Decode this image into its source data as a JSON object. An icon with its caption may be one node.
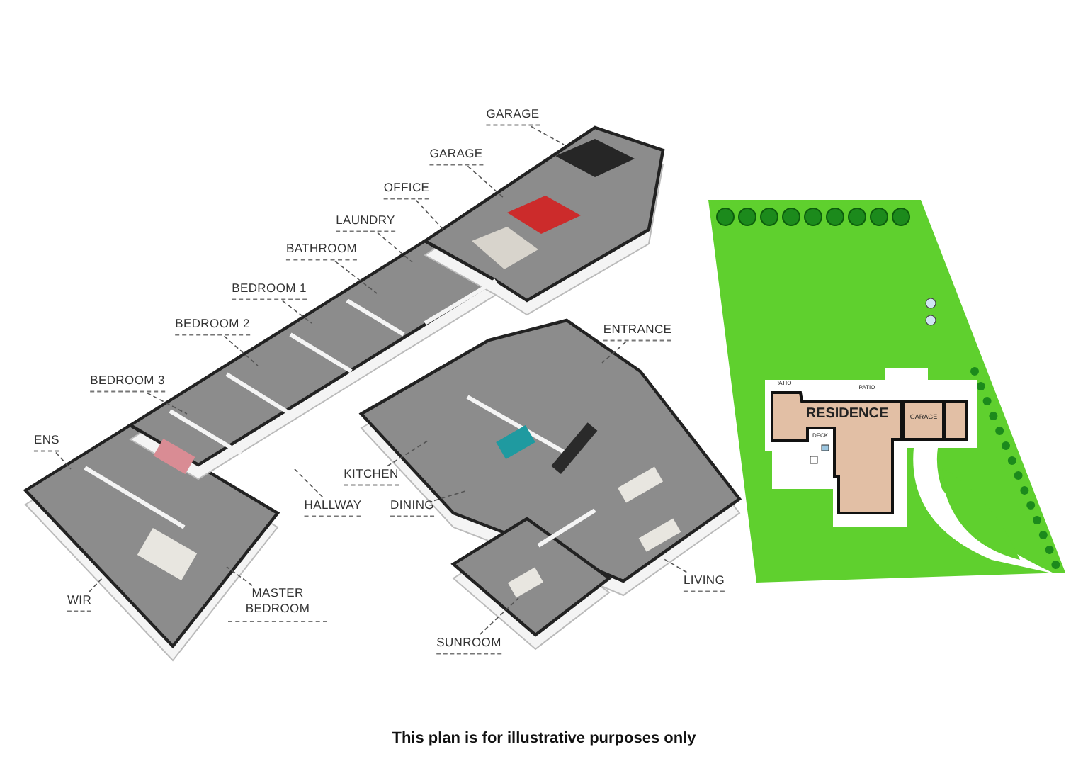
{
  "diagram": {
    "caption": "This plan is for illustrative purposes only",
    "nodes": [
      {
        "text": [
          "GARAGE"
        ]
      },
      {
        "text": [
          "GARAGE"
        ]
      },
      {
        "text": [
          "OFFICE"
        ]
      },
      {
        "text": [
          "LAUNDRY"
        ]
      },
      {
        "text": [
          "BATHROOM"
        ]
      },
      {
        "text": [
          "BEDROOM 1"
        ]
      },
      {
        "text": [
          "BEDROOM 2"
        ]
      },
      {
        "text": [
          "ENTRANCE"
        ]
      },
      {
        "text": [
          "BEDROOM 3"
        ]
      },
      {
        "text": [
          "ENS"
        ]
      },
      {
        "text": [
          "KITCHEN"
        ]
      },
      {
        "text": [
          "HALLWAY"
        ]
      },
      {
        "text": [
          "DINING"
        ]
      },
      {
        "text": [
          "LIVING"
        ]
      },
      {
        "text": [
          "WIR"
        ]
      },
      {
        "text": [
          "MASTER BEDROOM"
        ]
      },
      {
        "text": [
          "SUNROOM"
        ]
      }
    ],
    "edges": [
      {
        "from": 0,
        "to": null,
        "arrow": "none",
        "style": "dashed"
      },
      {
        "from": 1,
        "to": null,
        "arrow": "none",
        "style": "dashed"
      },
      {
        "from": 2,
        "to": null,
        "arrow": "none",
        "style": "dashed"
      },
      {
        "from": 3,
        "to": null,
        "arrow": "none",
        "style": "dashed"
      },
      {
        "from": 4,
        "to": null,
        "arrow": "none",
        "style": "dashed"
      },
      {
        "from": 5,
        "to": null,
        "arrow": "none",
        "style": "dashed"
      },
      {
        "from": 6,
        "to": null,
        "arrow": "none",
        "style": "dashed"
      },
      {
        "from": 7,
        "to": null,
        "arrow": "none",
        "style": "dashed"
      },
      {
        "from": 8,
        "to": null,
        "arrow": "none",
        "style": "dashed"
      },
      {
        "from": 9,
        "to": null,
        "arrow": "none",
        "style": "dashed"
      },
      {
        "from": 10,
        "to": null,
        "arrow": "none",
        "style": "dashed"
      },
      {
        "from": 11,
        "to": null,
        "arrow": "none",
        "style": "dashed"
      },
      {
        "from": 12,
        "to": null,
        "arrow": "none",
        "style": "dashed"
      },
      {
        "from": 13,
        "to": null,
        "arrow": "none",
        "style": "dashed"
      },
      {
        "from": 14,
        "to": null,
        "arrow": "none",
        "style": "dashed"
      },
      {
        "from": 15,
        "to": null,
        "arrow": "none",
        "style": "dashed"
      },
      {
        "from": 16,
        "to": null,
        "arrow": "none",
        "style": "dashed"
      }
    ],
    "labels": [
      "PATIO",
      "PATIO",
      "RESIDENCE",
      "GARAGE",
      "DECK"
    ]
  }
}
